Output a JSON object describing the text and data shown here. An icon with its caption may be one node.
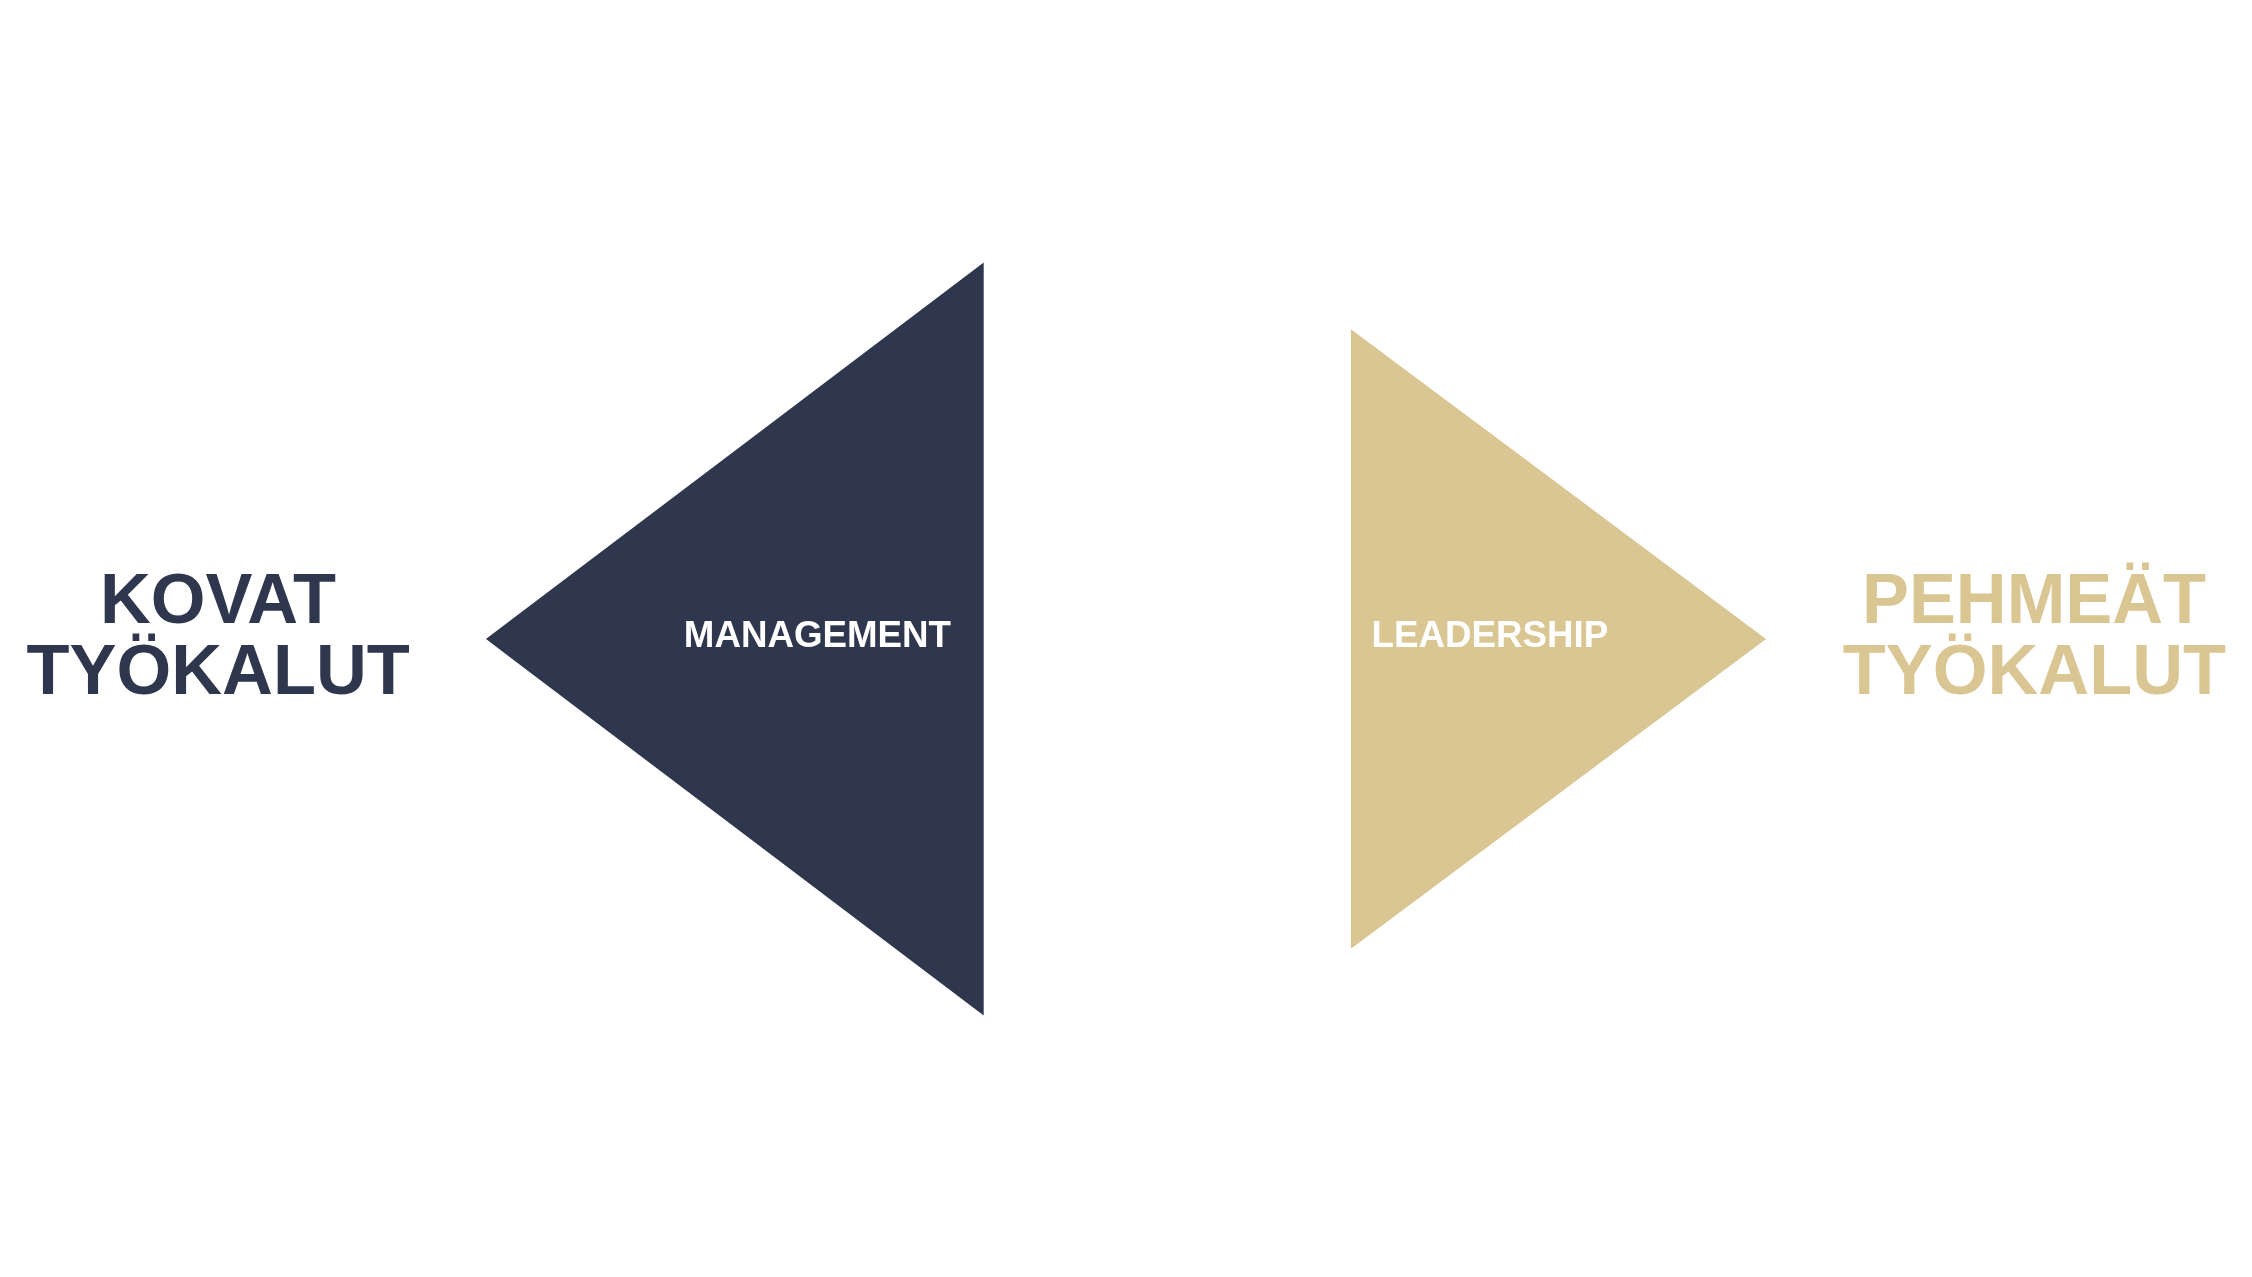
{
  "diagram": {
    "nodes": [
      {
        "text": [
          "LEADERSHIP"
        ]
      },
      {
        "text": [
          "MANAGEMENT"
        ]
      }
    ],
    "labels": [
      "PEHMEÄT TYÖKALUT",
      "KOVAT TYÖKALUT"
    ]
  }
}
